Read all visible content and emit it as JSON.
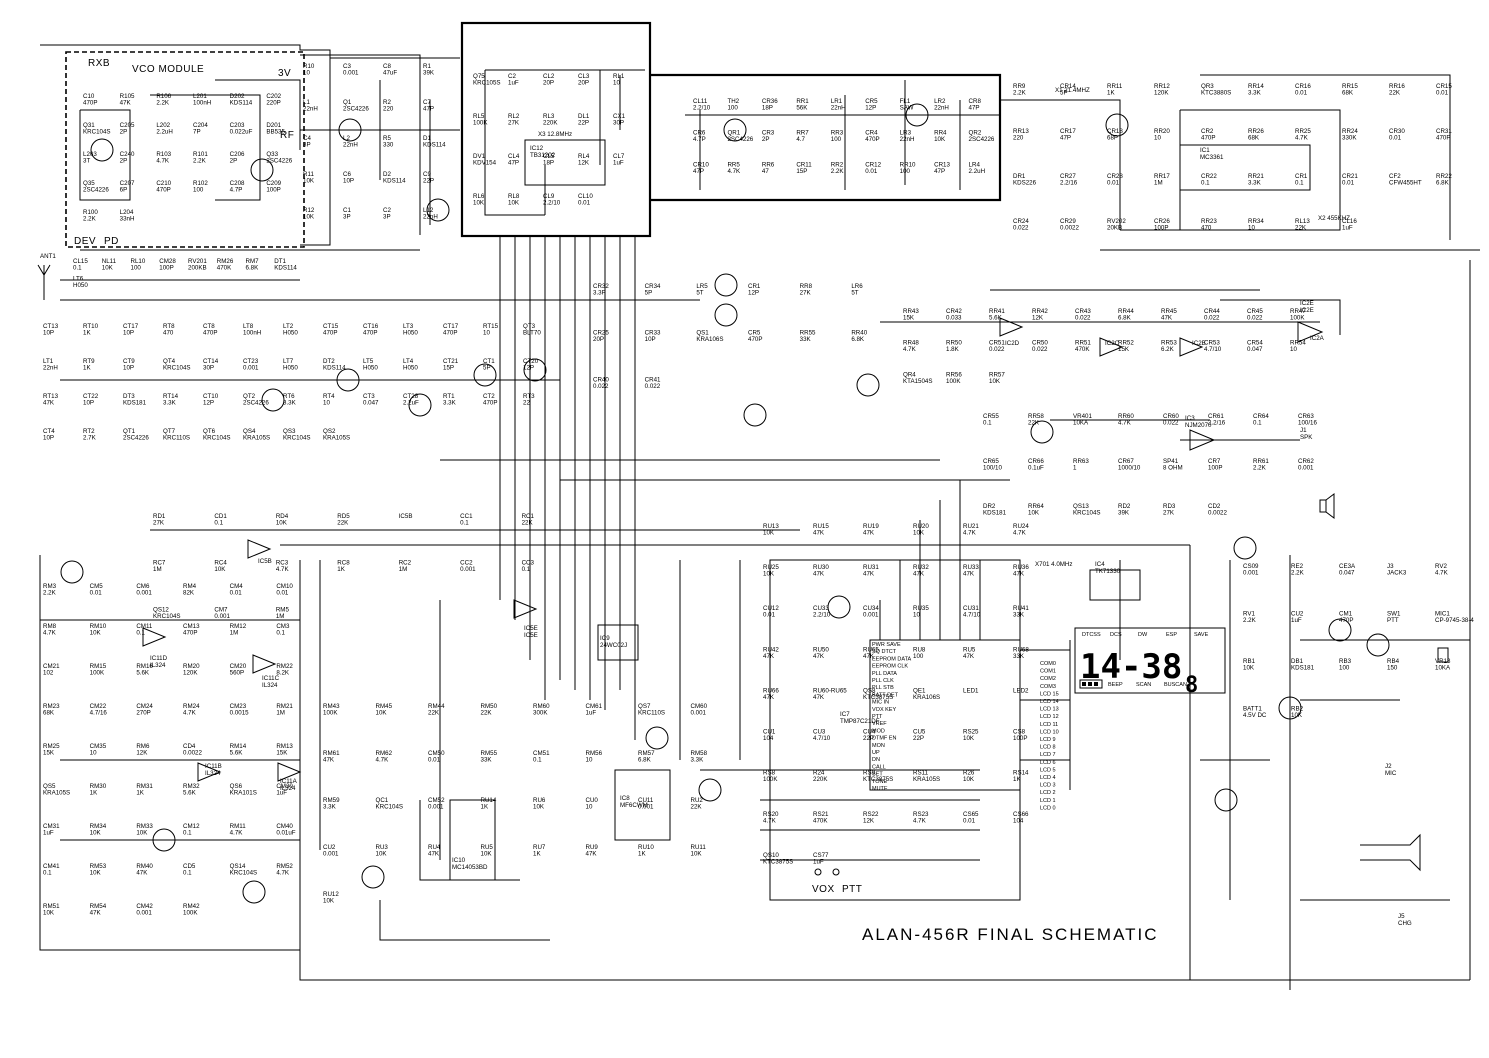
{
  "title": "ALAN-456R FINAL SCHEMATIC",
  "modules": {
    "vco_module": "VCO MODULE",
    "rxb": "RXB",
    "v3": "3V",
    "rf": "RF",
    "dev": "DEV",
    "pd": "PD",
    "ant": "ANT1"
  },
  "jacks": {
    "vox": "VOX",
    "ptt": "PTT",
    "spk": "J1\nSPK",
    "mic": "J2\nMIC",
    "chg": "J5\nCHG"
  },
  "ics": [
    {
      "ref": "IC12",
      "part": "TB31202"
    },
    {
      "ref": "IC1",
      "part": "MC3361"
    },
    {
      "ref": "IC3",
      "part": "NJM2070"
    },
    {
      "ref": "IC4",
      "part": "TK71330"
    },
    {
      "ref": "IC7",
      "part": "TMP87C21DF"
    },
    {
      "ref": "IC8",
      "part": "MF6CWM"
    },
    {
      "ref": "IC9",
      "part": "24WC02J"
    },
    {
      "ref": "IC10",
      "part": "MC14053BD"
    },
    {
      "ref": "IC2E",
      "part": "IC2E"
    },
    {
      "ref": "IC5E",
      "part": "IC5E"
    },
    {
      "ref": "IC11A",
      "part": "IL324"
    },
    {
      "ref": "IC11B",
      "part": "IL324"
    },
    {
      "ref": "IC11C",
      "part": "IL324"
    },
    {
      "ref": "IC11D",
      "part": "IL324"
    },
    {
      "ref": "IC2A",
      "part": ""
    },
    {
      "ref": "IC2B",
      "part": ""
    },
    {
      "ref": "IC2C",
      "part": ""
    },
    {
      "ref": "IC2D",
      "part": ""
    },
    {
      "ref": "IC5B",
      "part": ""
    }
  ],
  "lcd": {
    "digits": "14-38",
    "small_digit": "8",
    "top_labels": [
      "DTCSS",
      "DCS",
      "DW",
      "ESP",
      "SAVE"
    ],
    "bottom_labels": [
      "BEEP",
      "SCAN",
      "BUSCAN"
    ],
    "left_labels": [
      "COM0",
      "COM1",
      "COM2",
      "COM3",
      "LCD 15",
      "LCD 14",
      "LCD 13",
      "LCD 12",
      "LCD 11",
      "LCD 10",
      "LCD 9",
      "LCD 8",
      "LCD 7",
      "LCD 6",
      "LCD 5",
      "LCD 4",
      "LCD 3",
      "LCD 2",
      "LCD 1",
      "LCD 0"
    ]
  },
  "mcu_pins": [
    "PWR SAVE",
    "SQ DTCT",
    "EEPROM DATA",
    "EEPROM CLK",
    "PLL DATA",
    "PLL CLK",
    "PLL STB",
    "BATT DET",
    "MIC IN",
    "VOX KEY",
    "PTT",
    "VREF",
    "MOD",
    "DTMF EN",
    "MON",
    "UP",
    "DN",
    "CALL",
    "SET",
    "TONE",
    "MUTE"
  ],
  "crystals": [
    "X1 21.4MHZ",
    "X3 12.8MHz",
    "X2 455KHZ",
    "X701 4.0MHz"
  ],
  "parts": [
    "C10 470P",
    "R105 47K",
    "R106 2.2K",
    "L201 100nH",
    "D202 KDS114",
    "C202 220P",
    "Q31 KRC104S",
    "C205 2P",
    "L202 2.2uH",
    "C204 7P",
    "C203 0.022uF",
    "D201 BB535",
    "L203 3T",
    "C240 2P",
    "R103 4.7K",
    "R101 2.2K",
    "C206 2P",
    "Q33 2SC4226",
    "Q35 2SC4226",
    "C207 6P",
    "C210 470P",
    "R102 100",
    "C208 4.7P",
    "C209 100P",
    "R100 2.2K",
    "L204 33nH",
    "R10 10",
    "C3 0.001",
    "C8 47uF",
    "R1 39K",
    "L1 22nH",
    "Q1 2SC4226",
    "R2 220",
    "C7 47P",
    "C4 3P",
    "L2 22nH",
    "R5 330",
    "D1 KDS114",
    "R11 10K",
    "C6 10P",
    "D2 KDS114",
    "C9 22P",
    "R12 10K",
    "C1 3P",
    "C2 3P",
    "L12 22nH",
    "Q75 KRC105S",
    "C2 1uF",
    "CL2 20P",
    "CL3 20P",
    "RL1 10",
    "RL5 100K",
    "RL2 27K",
    "RL3 220K",
    "DL1 22P",
    "CX1 30P",
    "DV1 KDV154",
    "CL4 47P",
    "CL5 18P",
    "RL4 12K",
    "CL7 1uF",
    "RL6 10K",
    "RL8 10K",
    "CL9 2.2/10",
    "CL10 0.01",
    "CL11 2.2/10",
    "TH2 100",
    "CR36 18P",
    "RR1 56K",
    "LR1 22nH",
    "CR5 12P",
    "FL1 SAW",
    "LR2 22nH",
    "CR8 47P",
    "CR6 4.7P",
    "QR1 2SC4226",
    "CR3 2P",
    "RR7 4.7",
    "RR3 100",
    "CR4 470P",
    "LR3 22nH",
    "RR4 10K",
    "QR2 2SC4226",
    "CR10 47P",
    "RR5 4.7K",
    "RR6 47",
    "CR11 15P",
    "RR2 2.2K",
    "CR12 0.01",
    "RR10 100",
    "CR13 47P",
    "LR4 2.2uH",
    "RR9 2.2K",
    "CR14 5P",
    "RR11 1K",
    "RR12 120K",
    "QR3 KTC3880S",
    "RR14 3.3K",
    "CR16 0.01",
    "RR15 68K",
    "RR16 22K",
    "CR15 0.01",
    "RR13 220",
    "CR17 47P",
    "CR18 68P",
    "RR20 10",
    "CR2 470P",
    "RR26 68K",
    "RR25 4.7K",
    "RR24 330K",
    "CR30 0.01",
    "CR31 470P",
    "DR1 KDS226",
    "CR27 2.2/16",
    "CR28 0.01",
    "RR17 1M",
    "CR22 0.1",
    "RR21 3.3K",
    "CR1 0.1",
    "CR21 0.01",
    "CF2 CFW455HT",
    "RR22 6.8K",
    "CR24 0.022",
    "CR29 0.0022",
    "RV202 20KB",
    "CR26 100P",
    "RR23 470",
    "RR34 10",
    "RL13 22K",
    "CL16 1uF",
    "CL15 0.1",
    "NL11 10K",
    "RL10 100",
    "CM28 100P",
    "RV201 200KB",
    "RM26 470K",
    "RM7 6.8K",
    "DT1 KDS114",
    "LT6 H050",
    "CT13 10P",
    "RT10 1K",
    "CT17 10P",
    "RT8 470",
    "CT8 470P",
    "LT8 100nH",
    "LT2 H050",
    "CT15 470P",
    "CT16 470P",
    "LT3 H050",
    "CT17 470P",
    "RT15 10",
    "QT3 BLT70",
    "LT1 22nH",
    "RT9 1K",
    "CT9 10P",
    "QT4 KRC104S",
    "CT14 30P",
    "CT23 0.001",
    "LT7 H050",
    "DT2 KDS114",
    "LT5 H050",
    "LT4 H050",
    "CT21 15P",
    "CT1 5P",
    "CT20 12P",
    "RT13 47K",
    "CT22 10P",
    "DT3 KDS181",
    "RT14 3.3K",
    "CT10 12P",
    "QT2 2SC4226",
    "RT6 3.3K",
    "RT4 10",
    "CT3 0.047",
    "CT28 2.2uF",
    "RT1 3.3K",
    "CT2 470P",
    "RT3 22",
    "CT4 10P",
    "RT2 2.7K",
    "QT1 2SC4226",
    "QT7 KRC110S",
    "QT6 KRC104S",
    "QS4 KRA105S",
    "QS3 KRC104S",
    "QS2 KRA105S",
    "CR32 3.3P",
    "CR34 5P",
    "LR5 5T",
    "CR1 12P",
    "RR8 27K",
    "LR6 5T",
    "CR25 20P",
    "CR33 10P",
    "QS1 KRA106S",
    "CR5 470P",
    "RR55 33K",
    "RR40 6.8K",
    "CR40 0.022",
    "CR41 0.022",
    "RR43 15K",
    "CR42 0.033",
    "RR41 5.6K",
    "RR42 12K",
    "CR43 0.022",
    "RR44 6.8K",
    "RR45 47K",
    "CR44 0.022",
    "CR45 0.022",
    "RR47 100K",
    "RR48 4.7K",
    "RR50 1.8K",
    "CR51 0.022",
    "CR50 0.022",
    "RR51 470K",
    "RR52 15K",
    "RR53 6.2K",
    "CR53 4.7/10",
    "CR54 0.047",
    "RR54 10",
    "QR4 KTA1504S",
    "RR56 100K",
    "RR57 10K",
    "CR55 0.1",
    "RR58 22K",
    "VR401 10KA",
    "RR60 4.7K",
    "CR60 0.022",
    "CR61 2.2/16",
    "CR64 0.1",
    "CR63 100/16",
    "CR65 100/10",
    "CR66 0.1uF",
    "RR63 1",
    "CR67 1000/10",
    "SP41 8 OHM",
    "CR7 100P",
    "RR61 2.2K",
    "CR62 0.001",
    "DR2 KDS181",
    "RR64 10K",
    "QS13 KRC104S",
    "RD2 39K",
    "RD3 27K",
    "CD2 0.0022",
    "RD1 27K",
    "CD1 0.1",
    "RD4 10K",
    "RD5 22K",
    "IC5B",
    "CC1 0.1",
    "RC1 22K",
    "RC7 1M",
    "RC4 10K",
    "RC3 4.7K",
    "RC8 1K",
    "RC2 1M",
    "CC2 0.001",
    "CC3 0.1",
    "QS12 KRC104S",
    "CM7 0.001",
    "RM5 1M",
    "RM3 2.2K",
    "CM5 0.01",
    "CM6 0.001",
    "RM4 82K",
    "CM4 0.01",
    "CM10 0.01",
    "RM8 4.7K",
    "RM10 10K",
    "CM11 0.1",
    "CM13 470P",
    "RM12 1M",
    "CM3 0.1",
    "CM21 102",
    "RM15 100K",
    "RM16 5.6K",
    "RM20 120K",
    "CM20 560P",
    "RM22 8.2K",
    "RM23 68K",
    "CM22 4.7/16",
    "CM24 270P",
    "RM24 4.7K",
    "CM23 0.0015",
    "RM21 1M",
    "RM25 15K",
    "CM35 10",
    "RM6 12K",
    "CD4 0.0022",
    "RM14 5.6K",
    "RM13 15K",
    "QS5 KRA105S",
    "RM30 1K",
    "RM31 1K",
    "RM32 5.6K",
    "QS6 KRA101S",
    "CM30 1uF",
    "CM31 1uF",
    "RM34 10K",
    "RM33 10K",
    "CM12 0.1",
    "RM11 4.7K",
    "CM40 0.01uF",
    "CM41 0.1",
    "RM53 10K",
    "RM40 47K",
    "CD5 0.1",
    "QS14 KRC104S",
    "RM52 4.7K",
    "RM51 10K",
    "RM54 47K",
    "CM42 0.001",
    "RM42 100K",
    "RM43 100K",
    "RM45 10K",
    "RM44 22K",
    "RM50 22K",
    "RM60 300K",
    "CM61 1uF",
    "QS7 KRC110S",
    "CM60 0.001",
    "RM61 47K",
    "RM62 4.7K",
    "CM50 0.01",
    "RM55 33K",
    "CM51 0.1",
    "RM56 10",
    "RM57 6.8K",
    "RM58 3.3K",
    "RM59 3.3K",
    "QC1 KRC104S",
    "CM52 0.001",
    "RU14 1K",
    "RU6 10K",
    "CU0 10",
    "CU11 0.001",
    "RU2 22K",
    "CU2 0.001",
    "RU3 10K",
    "RU4 47K",
    "RU5 10K",
    "RU7 1K",
    "RU9 47K",
    "RU10 1K",
    "RU11 10K",
    "RU12 10K",
    "RU13 10K",
    "RU15 47K",
    "RU19 47K",
    "RU20 10K",
    "RU21 4.7K",
    "RU24 4.7K",
    "RU25 10K",
    "RU30 47K",
    "RU31 47K",
    "RU32 47K",
    "RU33 47K",
    "RU36 47K",
    "CU12 0.01",
    "CU33 2.2/10",
    "CU34 0.001",
    "RU35 10",
    "CU31 4.7/10",
    "RU41 33K",
    "RU42 47K",
    "RU50 47K",
    "RU65 47K",
    "RU8 100",
    "RU5 47K",
    "RU68 33K",
    "RU66 47K",
    "RU60-RU65 47K",
    "QS8 KTC3875S",
    "QE1 KRA106S",
    "LED1",
    "LED2",
    "CU1 104",
    "CU3 4.7/10",
    "CU4 22P",
    "CU5 22P",
    "RS25 10K",
    "CS8 100P",
    "RS8 100K",
    "R24 220K",
    "RS9 KTC3875S",
    "RS11 KRA105S",
    "R26 10K",
    "RS14 1K",
    "RS20 4.7K",
    "RS21 470K",
    "RS22 12K",
    "RS23 4.7K",
    "CS65 0.01",
    "CS66 104",
    "QS10 KTC3875S",
    "CS77 1uF",
    "CS09 0.001",
    "RE2 2.2K",
    "CE3A 0.047",
    "J3 JACK3",
    "RV2 4.7K",
    "RV1 2.2K",
    "CU2 1uF",
    "CM1 470P",
    "SW1 PTT",
    "MIC1 CP-9745-38-4",
    "RB1 10K",
    "DB1 KDS181",
    "RB3 100",
    "RB4 150",
    "VR18 10KA",
    "BATT1 4.5V DC",
    "RB2 10K"
  ]
}
